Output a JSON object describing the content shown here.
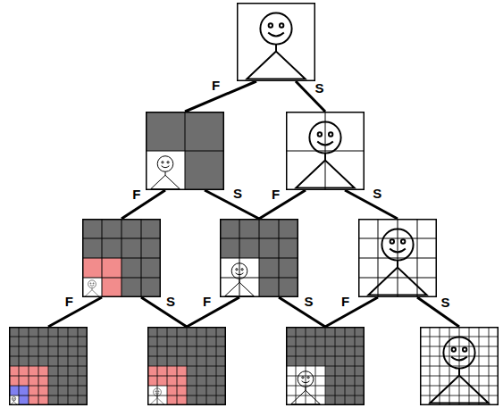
{
  "diagram": {
    "nodes": [
      {},
      {},
      {},
      {},
      {},
      {},
      {},
      {},
      {},
      {}
    ],
    "edges": [
      {
        "from": 0,
        "to": 1,
        "label": "F",
        "arrow": "none"
      },
      {
        "from": 0,
        "to": 2,
        "label": "S",
        "arrow": "none"
      },
      {
        "from": 1,
        "to": 3,
        "label": "F",
        "arrow": "none"
      },
      {
        "from": 1,
        "to": 4,
        "label": "S",
        "arrow": "none"
      },
      {
        "from": 2,
        "to": 4,
        "label": "F",
        "arrow": "none"
      },
      {
        "from": 2,
        "to": 5,
        "label": "S",
        "arrow": "none"
      },
      {
        "from": 3,
        "to": 6,
        "label": "F",
        "arrow": "none"
      },
      {
        "from": 3,
        "to": 7,
        "label": "S",
        "arrow": "none"
      },
      {
        "from": 4,
        "to": 7,
        "label": "F",
        "arrow": "none"
      },
      {
        "from": 4,
        "to": 8,
        "label": "S",
        "arrow": "none"
      },
      {
        "from": 5,
        "to": 8,
        "label": "F",
        "arrow": "none"
      },
      {
        "from": 5,
        "to": 9,
        "label": "S",
        "arrow": "none"
      }
    ]
  }
}
